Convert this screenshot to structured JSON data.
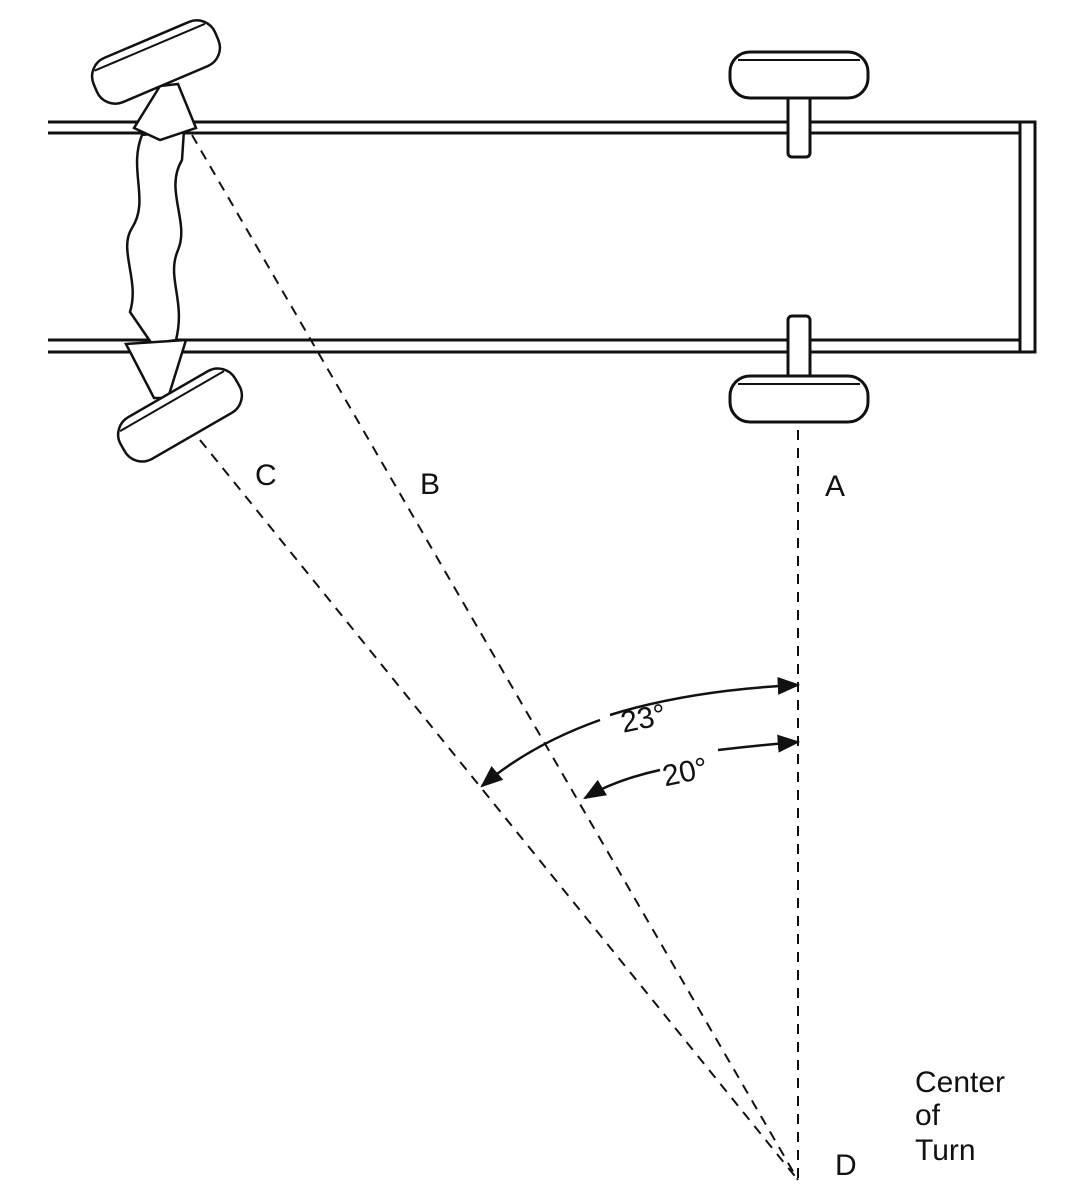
{
  "diagram": {
    "point_labels": {
      "a": "A",
      "b": "B",
      "c": "C",
      "d": "D"
    },
    "angles": {
      "outer": "23°",
      "inner": "20°"
    },
    "center_of_turn": {
      "line1": "Center",
      "line2": "of",
      "line3": "Turn"
    },
    "colors": {
      "ink": "#111111",
      "tire_fill": "#ffffff",
      "background": "#ffffff"
    }
  }
}
